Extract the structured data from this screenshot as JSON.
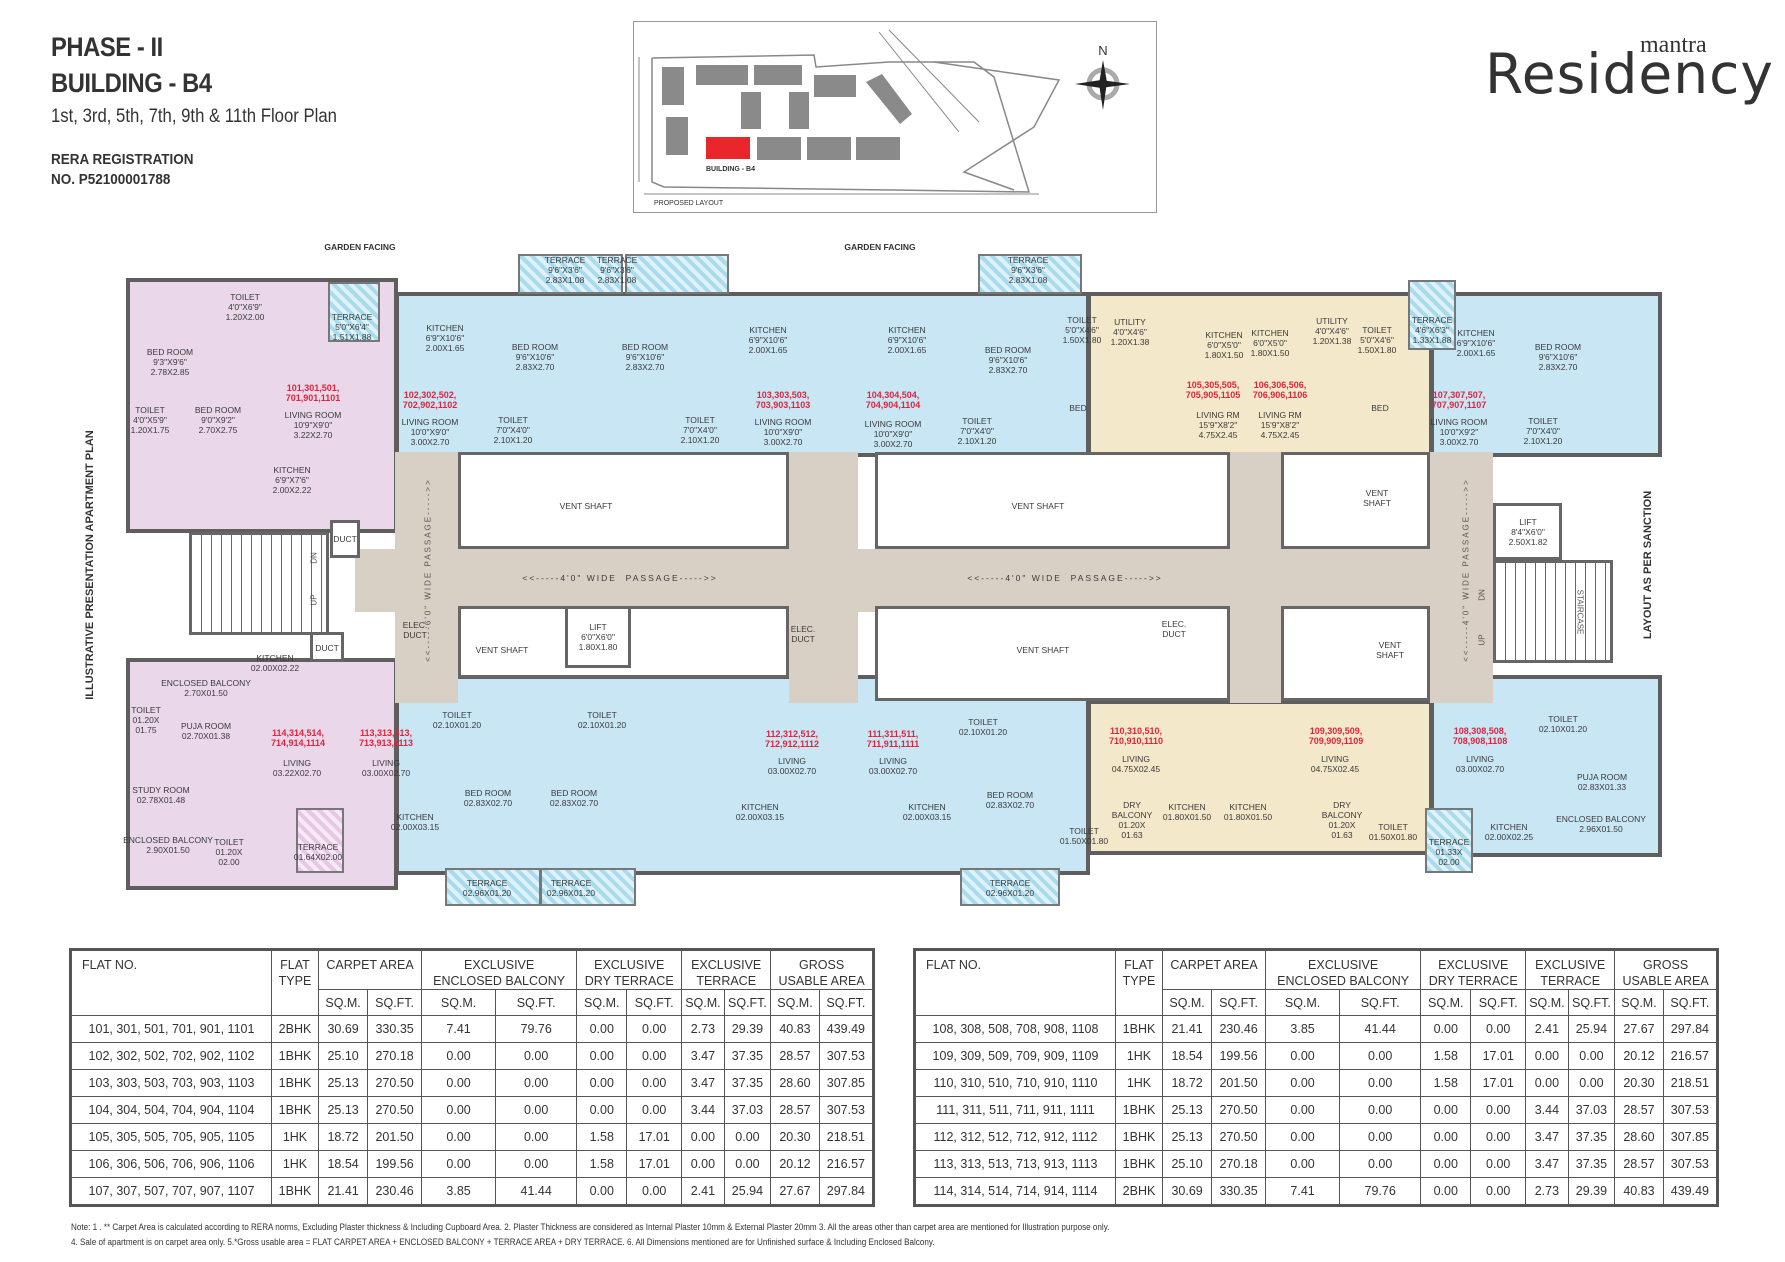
{
  "header": {
    "phase": "PHASE - II",
    "building": "BUILDING - B4",
    "floors": "1st, 3rd, 5th, 7th, 9th & 11th Floor Plan",
    "rera_line1": "RERA REGISTRATION",
    "rera_line2": "NO. P52100001788"
  },
  "site_plan": {
    "building_label": "BUILDING - B4",
    "caption": "PROPOSED LAYOUT",
    "north": "N",
    "highlight_color": "#e8262b"
  },
  "logo": {
    "top": "mantra",
    "main": "Residency"
  },
  "plan": {
    "left_side_label": "ILLUSTRATIVE PRESENTATION APARTMENT PLAN",
    "right_side_label": "LAYOUT AS PER SANCTION",
    "garden_facing": "GARDEN FACING",
    "passage_h": "<<-----4'0\" WIDE  PASSAGE----->>",
    "passage_v_left": "<<-----6'0\" WIDE  PASSAGE----->>",
    "passage_v_right": "<<-----4'0\" WIDE  PASSAGE----->>",
    "stair_dn": "DN",
    "stair_up": "UP",
    "staircase": "STAIRCASE",
    "colors": {
      "2bhk_unit": "#ead8ea",
      "1bhk_unit": "#c9e6f5",
      "1hk_unit": "#f4e8cb",
      "passage": "#d9d0c5",
      "unit_number": "#e0243c"
    },
    "rooms": [
      {
        "kind": "room",
        "name": "BED ROOM",
        "dims": "9'3\"X9'6\"\n2.78X2.85"
      },
      {
        "kind": "room",
        "name": "TOILET",
        "dims": "4'0\"X6'9\"\n1.20X2.00"
      },
      {
        "kind": "room",
        "name": "TERRACE",
        "dims": "5'0\"X6'4\"\n1.51X1.88"
      },
      {
        "kind": "unit",
        "name": "101,301,501,\n701,901,1101",
        "dims": ""
      },
      {
        "kind": "room",
        "name": "LIVING ROOM",
        "dims": "10'9\"X9'0\"\n3.22X2.70"
      },
      {
        "kind": "room",
        "name": "TOILET",
        "dims": "4'0\"X5'9\"\n1.20X1.75"
      },
      {
        "kind": "room",
        "name": "BED ROOM",
        "dims": "9'0\"X9'2\"\n2.70X2.75"
      },
      {
        "kind": "room",
        "name": "KITCHEN",
        "dims": "6'9\"X7'6\"\n2.00X2.22"
      },
      {
        "kind": "room",
        "name": "KITCHEN",
        "dims": "6'9\"X10'6\"\n2.00X1.65"
      },
      {
        "kind": "unit",
        "name": "102,302,502,\n702,902,1102",
        "dims": ""
      },
      {
        "kind": "room",
        "name": "LIVING ROOM",
        "dims": "10'0\"X9'0\"\n3.00X2.70"
      },
      {
        "kind": "room",
        "name": "BED ROOM",
        "dims": "9'6\"X10'6\"\n2.83X2.70"
      },
      {
        "kind": "room",
        "name": "TOILET",
        "dims": "7'0\"X4'0\"\n2.10X1.20"
      },
      {
        "kind": "room",
        "name": "TERRACE",
        "dims": "9'6\"X3'6\"\n2.83X1.08"
      },
      {
        "kind": "room",
        "name": "TERRACE",
        "dims": "9'6\"X3'6\"\n2.83X1.08"
      },
      {
        "kind": "room",
        "name": "BED ROOM",
        "dims": "9'6\"X10'6\"\n2.83X2.70"
      },
      {
        "kind": "room",
        "name": "TOILET",
        "dims": "7'0\"X4'0\"\n2.10X1.20"
      },
      {
        "kind": "room",
        "name": "KITCHEN",
        "dims": "6'9\"X10'6\"\n2.00X1.65"
      },
      {
        "kind": "unit",
        "name": "103,303,503,\n703,903,1103",
        "dims": ""
      },
      {
        "kind": "room",
        "name": "LIVING ROOM",
        "dims": "10'0\"X9'0\"\n3.00X2.70"
      },
      {
        "kind": "room",
        "name": "KITCHEN",
        "dims": "6'9\"X10'6\"\n2.00X1.65"
      },
      {
        "kind": "unit",
        "name": "104,304,504,\n704,904,1104",
        "dims": ""
      },
      {
        "kind": "room",
        "name": "LIVING ROOM",
        "dims": "10'0\"X9'0\"\n3.00X2.70"
      },
      {
        "kind": "room",
        "name": "TOILET",
        "dims": "7'0\"X4'0\"\n2.10X1.20"
      },
      {
        "kind": "room",
        "name": "BED ROOM",
        "dims": "9'6\"X10'6\"\n2.83X2.70"
      },
      {
        "kind": "room",
        "name": "TERRACE",
        "dims": "9'6\"X3'6\"\n2.83X1.08"
      },
      {
        "kind": "room",
        "name": "TOILET",
        "dims": "5'0\"X4'6\"\n1.50X1.80"
      },
      {
        "kind": "room",
        "name": "UTILITY",
        "dims": "4'0\"X4'6\"\n1.20X1.38"
      },
      {
        "kind": "room",
        "name": "KITCHEN",
        "dims": "6'0\"X5'0\"\n1.80X1.50"
      },
      {
        "kind": "room",
        "name": "BED",
        "dims": ""
      },
      {
        "kind": "unit",
        "name": "105,305,505,\n705,905,1105",
        "dims": ""
      },
      {
        "kind": "room",
        "name": "LIVING RM",
        "dims": "15'9\"X8'2\"\n4.75X2.45"
      },
      {
        "kind": "room",
        "name": "KITCHEN",
        "dims": "6'0\"X5'0\"\n1.80X1.50"
      },
      {
        "kind": "unit",
        "name": "106,306,506,\n706,906,1106",
        "dims": ""
      },
      {
        "kind": "room",
        "name": "LIVING RM",
        "dims": "15'9\"X8'2\"\n4.75X2.45"
      },
      {
        "kind": "room",
        "name": "UTILITY",
        "dims": "4'0\"X4'6\"\n1.20X1.38"
      },
      {
        "kind": "room",
        "name": "TOILET",
        "dims": "5'0\"X4'6\"\n1.50X1.80"
      },
      {
        "kind": "room",
        "name": "BED",
        "dims": ""
      },
      {
        "kind": "room",
        "name": "TERRACE",
        "dims": "4'6\"X6'3\"\n1.33X1.88"
      },
      {
        "kind": "room",
        "name": "KITCHEN",
        "dims": "6'9\"X10'6\"\n2.00X1.65"
      },
      {
        "kind": "unit",
        "name": "107,307,507,\n707,907,1107",
        "dims": ""
      },
      {
        "kind": "room",
        "name": "LIVING ROOM",
        "dims": "10'0\"X9'2\"\n3.00X2.70"
      },
      {
        "kind": "room",
        "name": "BED ROOM",
        "dims": "9'6\"X10'6\"\n2.83X2.70"
      },
      {
        "kind": "room",
        "name": "TOILET",
        "dims": "7'0\"X4'0\"\n2.10X1.20"
      },
      {
        "kind": "room",
        "name": "VENT SHAFT",
        "dims": ""
      },
      {
        "kind": "room",
        "name": "VENT SHAFT",
        "dims": ""
      },
      {
        "kind": "room",
        "name": "VENT\nSHAFT",
        "dims": ""
      },
      {
        "kind": "room",
        "name": "LIFT",
        "dims": "8'4\"X6'0\"\n2.50X1.82"
      },
      {
        "kind": "room",
        "name": "DUCT",
        "dims": ""
      },
      {
        "kind": "room",
        "name": "DUCT",
        "dims": ""
      },
      {
        "kind": "room",
        "name": "ELEC.\nDUCT",
        "dims": ""
      },
      {
        "kind": "room",
        "name": "VENT SHAFT",
        "dims": ""
      },
      {
        "kind": "room",
        "name": "LIFT",
        "dims": "6'0\"X6'0\"\n1.80X1.80"
      },
      {
        "kind": "room",
        "name": "ELEC.\nDUCT",
        "dims": ""
      },
      {
        "kind": "room",
        "name": "VENT SHAFT",
        "dims": ""
      },
      {
        "kind": "room",
        "name": "ELEC.\nDUCT",
        "dims": ""
      },
      {
        "kind": "room",
        "name": "VENT\nSHAFT",
        "dims": ""
      },
      {
        "kind": "room",
        "name": "KITCHEN",
        "dims": "02.00X02.22"
      },
      {
        "kind": "room",
        "name": "ENCLOSED BALCONY",
        "dims": "2.70X01.50"
      },
      {
        "kind": "room",
        "name": "PUJA ROOM",
        "dims": "02.70X01.38"
      },
      {
        "kind": "room",
        "name": "TOILET",
        "dims": "01.20X\n01.75"
      },
      {
        "kind": "unit",
        "name": "114,314,514,\n714,914,1114",
        "dims": ""
      },
      {
        "kind": "room",
        "name": "LIVING",
        "dims": "03.22X02.70"
      },
      {
        "kind": "room",
        "name": "STUDY ROOM",
        "dims": "02.78X01.48"
      },
      {
        "kind": "room",
        "name": "ENCLOSED BALCONY",
        "dims": "2.90X01.50"
      },
      {
        "kind": "room",
        "name": "TOILET",
        "dims": "01.20X\n02.00"
      },
      {
        "kind": "room",
        "name": "TERRACE",
        "dims": "01.64X02.00"
      },
      {
        "kind": "unit",
        "name": "113,313,513,\n713,913,1113",
        "dims": ""
      },
      {
        "kind": "room",
        "name": "LIVING",
        "dims": "03.00X02.70"
      },
      {
        "kind": "room",
        "name": "KITCHEN",
        "dims": "02.00X03.15"
      },
      {
        "kind": "room",
        "name": "TOILET",
        "dims": "02.10X01.20"
      },
      {
        "kind": "room",
        "name": "BED ROOM",
        "dims": "02.83X02.70"
      },
      {
        "kind": "room",
        "name": "TERRACE",
        "dims": "02.96X01.20"
      },
      {
        "kind": "room",
        "name": "BED ROOM",
        "dims": "02.83X02.70"
      },
      {
        "kind": "room",
        "name": "TOILET",
        "dims": "02.10X01.20"
      },
      {
        "kind": "room",
        "name": "TERRACE",
        "dims": "02.96X01.20"
      },
      {
        "kind": "unit",
        "name": "112,312,512,\n712,912,1112",
        "dims": ""
      },
      {
        "kind": "room",
        "name": "LIVING",
        "dims": "03.00X02.70"
      },
      {
        "kind": "room",
        "name": "KITCHEN",
        "dims": "02.00X03.15"
      },
      {
        "kind": "unit",
        "name": "111,311,511,\n711,911,1111",
        "dims": ""
      },
      {
        "kind": "room",
        "name": "LIVING",
        "dims": "03.00X02.70"
      },
      {
        "kind": "room",
        "name": "KITCHEN",
        "dims": "02.00X03.15"
      },
      {
        "kind": "room",
        "name": "TOILET",
        "dims": "02.10X01.20"
      },
      {
        "kind": "room",
        "name": "BED ROOM",
        "dims": "02.83X02.70"
      },
      {
        "kind": "room",
        "name": "TERRACE",
        "dims": "02.96X01.20"
      },
      {
        "kind": "unit",
        "name": "110,310,510,\n710,910,1110",
        "dims": ""
      },
      {
        "kind": "room",
        "name": "LIVING",
        "dims": "04.75X02.45"
      },
      {
        "kind": "room",
        "name": "TOILET",
        "dims": "01.50X01.80"
      },
      {
        "kind": "room",
        "name": "DRY\nBALCONY",
        "dims": "01.20X\n01.63"
      },
      {
        "kind": "room",
        "name": "KITCHEN",
        "dims": "01.80X01.50"
      },
      {
        "kind": "room",
        "name": "KITCHEN",
        "dims": "01.80X01.50"
      },
      {
        "kind": "unit",
        "name": "109,309,509,\n709,909,1109",
        "dims": ""
      },
      {
        "kind": "room",
        "name": "LIVING",
        "dims": "04.75X02.45"
      },
      {
        "kind": "room",
        "name": "DRY\nBALCONY",
        "dims": "01.20X\n01.63"
      },
      {
        "kind": "room",
        "name": "TOILET",
        "dims": "01.50X01.80"
      },
      {
        "kind": "unit",
        "name": "108,308,508,\n708,908,1108",
        "dims": ""
      },
      {
        "kind": "room",
        "name": "LIVING",
        "dims": "03.00X02.70"
      },
      {
        "kind": "room",
        "name": "TOILET",
        "dims": "02.10X01.20"
      },
      {
        "kind": "room",
        "name": "PUJA ROOM",
        "dims": "02.83X01.33"
      },
      {
        "kind": "room",
        "name": "ENCLOSED BALCONY",
        "dims": "2.96X01.50"
      },
      {
        "kind": "room",
        "name": "KITCHEN",
        "dims": "02.00X02.25"
      },
      {
        "kind": "room",
        "name": "TERRACE",
        "dims": "01.33X\n02.00"
      }
    ]
  },
  "area_table": {
    "headers": {
      "flat_no": "FLAT NO.",
      "flat_type": "FLAT\nTYPE",
      "carpet": "CARPET AREA",
      "enclosed_balcony": "EXCLUSIVE\nENCLOSED BALCONY",
      "dry_terrace": "EXCLUSIVE\nDRY TERRACE",
      "terrace": "EXCLUSIVE\nTERRACE",
      "gross": "GROSS\nUSABLE AREA",
      "sqm": "SQ.M.",
      "sqft": "SQ.FT."
    },
    "left_rows": [
      [
        "101, 301, 501, 701, 901, 1101",
        "2BHK",
        "30.69",
        "330.35",
        "7.41",
        "79.76",
        "0.00",
        "0.00",
        "2.73",
        "29.39",
        "40.83",
        "439.49"
      ],
      [
        "102, 302, 502, 702, 902, 1102",
        "1BHK",
        "25.10",
        "270.18",
        "0.00",
        "0.00",
        "0.00",
        "0.00",
        "3.47",
        "37.35",
        "28.57",
        "307.53"
      ],
      [
        "103, 303, 503, 703, 903, 1103",
        "1BHK",
        "25.13",
        "270.50",
        "0.00",
        "0.00",
        "0.00",
        "0.00",
        "3.47",
        "37.35",
        "28.60",
        "307.85"
      ],
      [
        "104, 304, 504, 704, 904, 1104",
        "1BHK",
        "25.13",
        "270.50",
        "0.00",
        "0.00",
        "0.00",
        "0.00",
        "3.44",
        "37.03",
        "28.57",
        "307.53"
      ],
      [
        "105, 305, 505, 705, 905, 1105",
        "1HK",
        "18.72",
        "201.50",
        "0.00",
        "0.00",
        "1.58",
        "17.01",
        "0.00",
        "0.00",
        "20.30",
        "218.51"
      ],
      [
        "106, 306, 506, 706, 906, 1106",
        "1HK",
        "18.54",
        "199.56",
        "0.00",
        "0.00",
        "1.58",
        "17.01",
        "0.00",
        "0.00",
        "20.12",
        "216.57"
      ],
      [
        "107, 307, 507, 707, 907, 1107",
        "1BHK",
        "21.41",
        "230.46",
        "3.85",
        "41.44",
        "0.00",
        "0.00",
        "2.41",
        "25.94",
        "27.67",
        "297.84"
      ]
    ],
    "right_rows": [
      [
        "108, 308, 508, 708, 908, 1108",
        "1BHK",
        "21.41",
        "230.46",
        "3.85",
        "41.44",
        "0.00",
        "0.00",
        "2.41",
        "25.94",
        "27.67",
        "297.84"
      ],
      [
        "109, 309, 509, 709, 909, 1109",
        "1HK",
        "18.54",
        "199.56",
        "0.00",
        "0.00",
        "1.58",
        "17.01",
        "0.00",
        "0.00",
        "20.12",
        "216.57"
      ],
      [
        "110, 310, 510, 710, 910, 1110",
        "1HK",
        "18.72",
        "201.50",
        "0.00",
        "0.00",
        "1.58",
        "17.01",
        "0.00",
        "0.00",
        "20.30",
        "218.51"
      ],
      [
        "111, 311, 511, 711, 911, 1111",
        "1BHK",
        "25.13",
        "270.50",
        "0.00",
        "0.00",
        "0.00",
        "0.00",
        "3.44",
        "37.03",
        "28.57",
        "307.53"
      ],
      [
        "112, 312, 512, 712, 912, 1112",
        "1BHK",
        "25.13",
        "270.50",
        "0.00",
        "0.00",
        "0.00",
        "0.00",
        "3.47",
        "37.35",
        "28.60",
        "307.85"
      ],
      [
        "113, 313, 513, 713, 913, 1113",
        "1BHK",
        "25.10",
        "270.18",
        "0.00",
        "0.00",
        "0.00",
        "0.00",
        "3.47",
        "37.35",
        "28.57",
        "307.53"
      ],
      [
        "114, 314, 514, 714, 914, 1114",
        "2BHK",
        "30.69",
        "330.35",
        "7.41",
        "79.76",
        "0.00",
        "0.00",
        "2.73",
        "29.39",
        "40.83",
        "439.49"
      ]
    ]
  },
  "notes": {
    "line1": "Note:  1 . ** Carpet Area is calculated according to RERA norms, Excluding Plaster thickness &  Including Cupboard Area.    2. Plaster Thickness are considered as Internal Plaster 10mm & External Plaster 20mm    3. All the areas other than carpet area are mentioned for Illustration purpose only.",
    "line2": "4. Sale of apartment is on carpet area only.   5.*Gross usable area = FLAT CARPET AREA + ENCLOSED BALCONY + TERRACE   AREA +  DRY TERRACE.   6. All Dimensions mentioned are for Unfinished surface & Including Enclosed Balcony."
  }
}
